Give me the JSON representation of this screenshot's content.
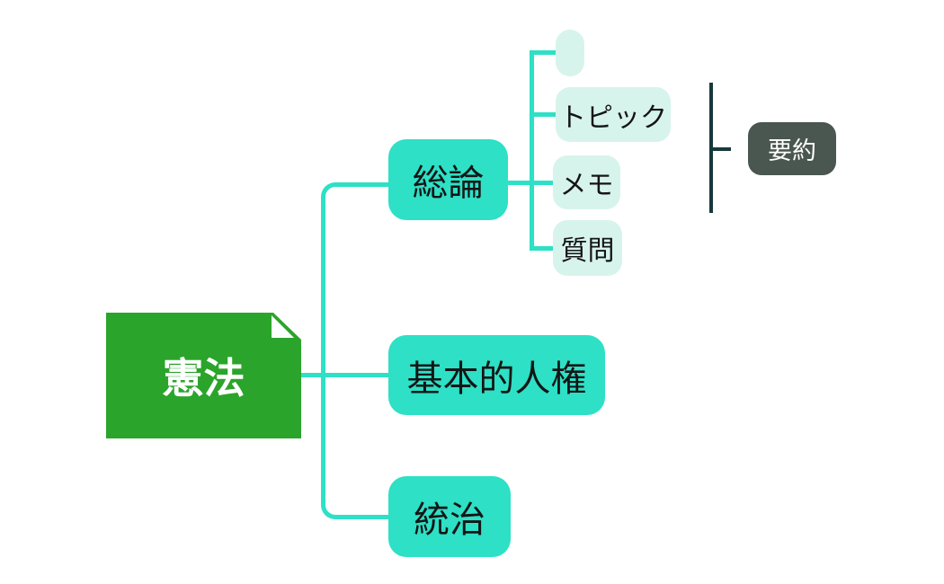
{
  "diagram": {
    "type": "mindmap",
    "root": {
      "label": "憲法"
    },
    "branches": [
      {
        "label": "総論"
      },
      {
        "label": "基本的人権"
      },
      {
        "label": "統治"
      }
    ],
    "children_of_general": [
      {
        "label": ""
      },
      {
        "label": "トピック"
      },
      {
        "label": "メモ"
      },
      {
        "label": "質問"
      }
    ],
    "summary": {
      "label": "要約"
    }
  },
  "colors": {
    "accent": "#2DE0C6",
    "mint": "#D7F4EC",
    "green": "#2BA42B",
    "slate": "#4A5650",
    "bracket": "#17393D",
    "text_dark": "#151515",
    "text_light": "#FFFFFF",
    "bg": "#FFFFFF"
  }
}
